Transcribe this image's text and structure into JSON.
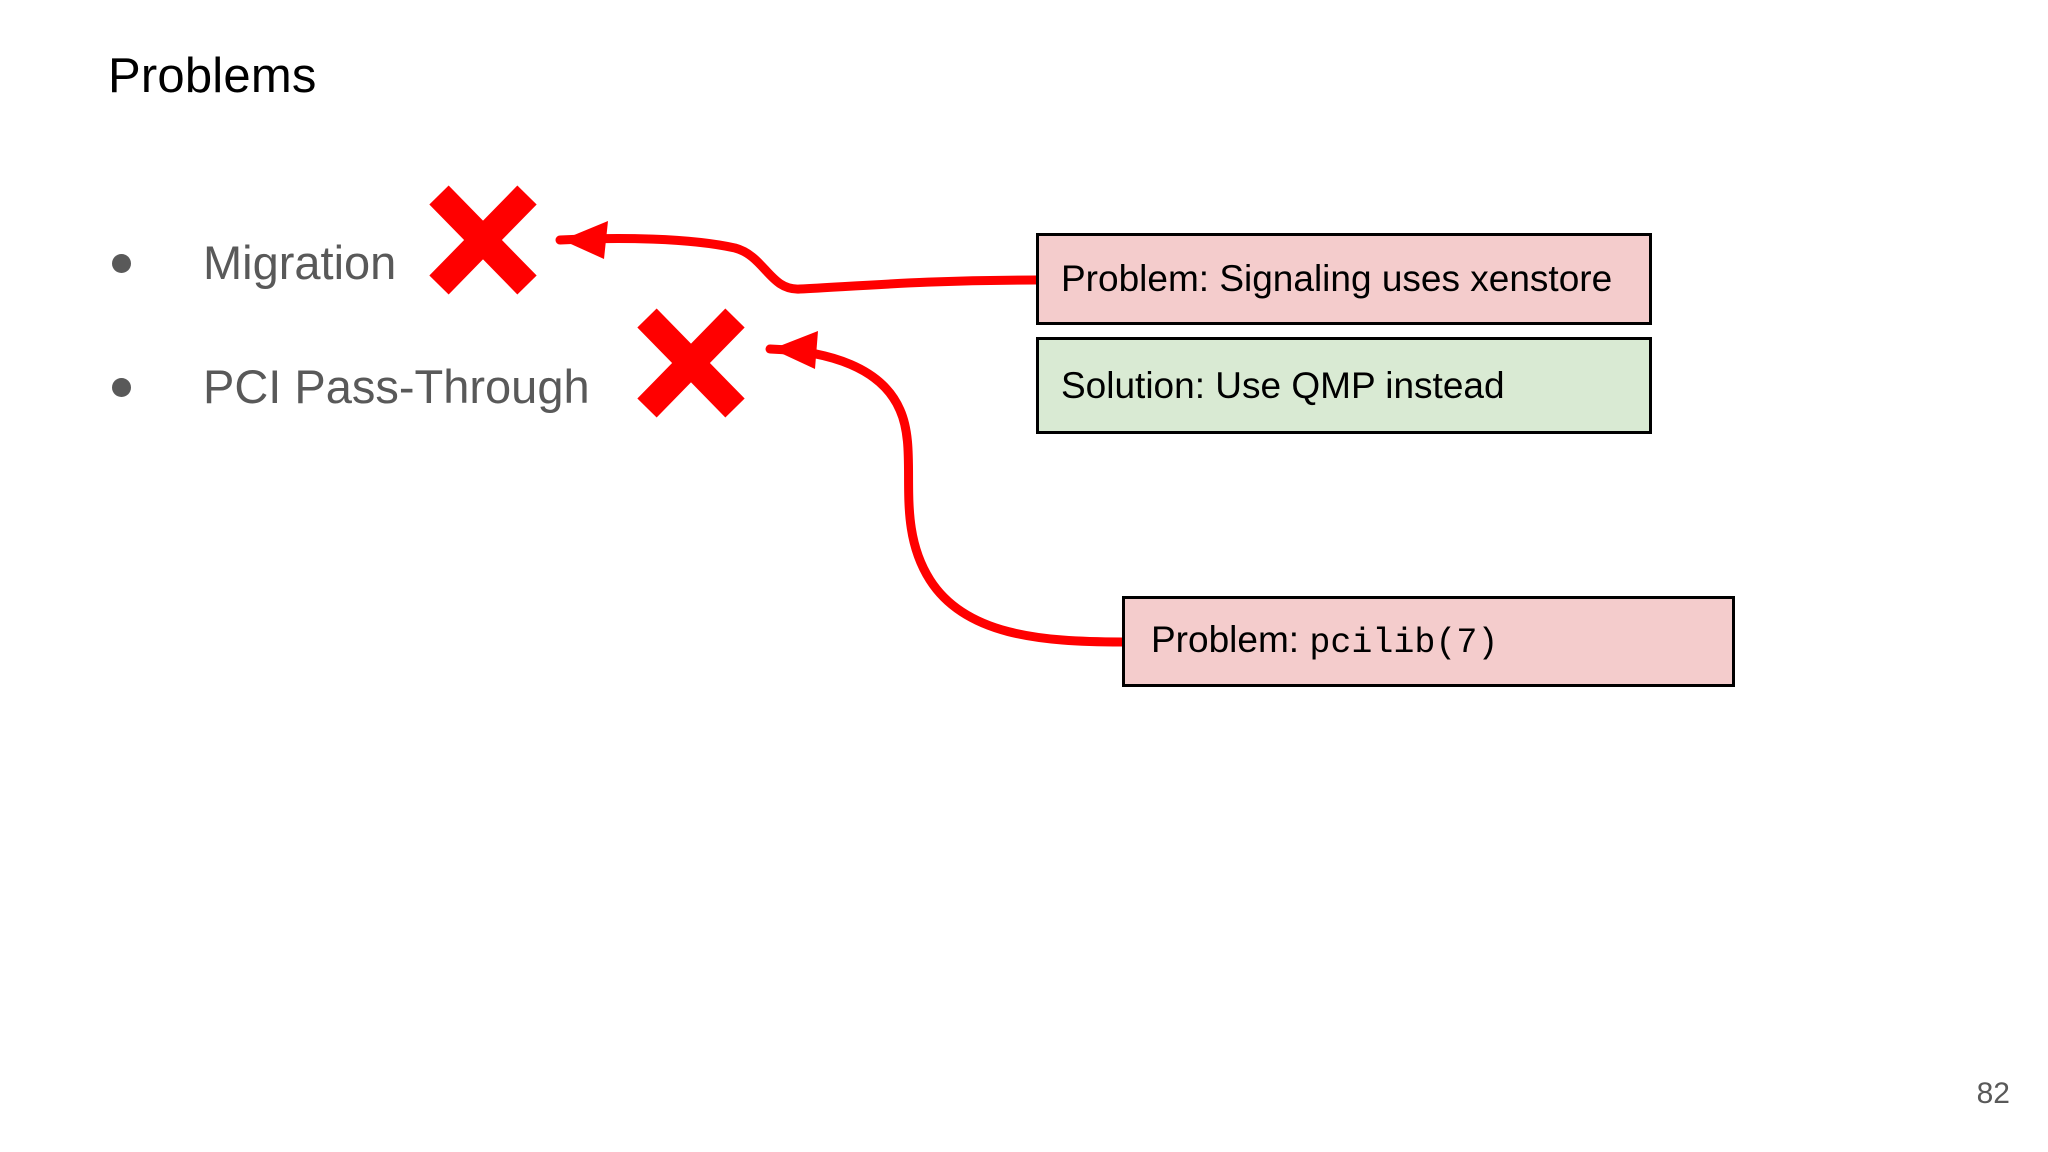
{
  "slide": {
    "title": "Problems",
    "page_number": "82",
    "background_color": "#ffffff"
  },
  "bullets": [
    {
      "label": "Migration",
      "marker": "x-mark-icon"
    },
    {
      "label": "PCI Pass-Through",
      "marker": "x-mark-icon"
    }
  ],
  "callouts": [
    {
      "id": "problem-signaling",
      "text": "Problem: Signaling uses xenstore",
      "kind": "problem",
      "fill_color": "#f4cccc",
      "border_color": "#000000"
    },
    {
      "id": "solution-qmp",
      "text": "Solution: Use QMP instead",
      "kind": "solution",
      "fill_color": "#d9ead3",
      "border_color": "#000000"
    },
    {
      "id": "problem-pcilib",
      "prefix": "Problem:",
      "code": "pcilib(7)",
      "kind": "problem",
      "fill_color": "#f4cccc",
      "border_color": "#000000"
    }
  ],
  "annotations": {
    "accent_color": "#ff0000",
    "x_mark_color": "#ff0000",
    "text_color": "#595959",
    "arrow_1": "curved arrow from problem-signaling box to Migration x-mark",
    "arrow_2": "curved arrow from problem-pcilib box to PCI Pass-Through x-mark"
  }
}
